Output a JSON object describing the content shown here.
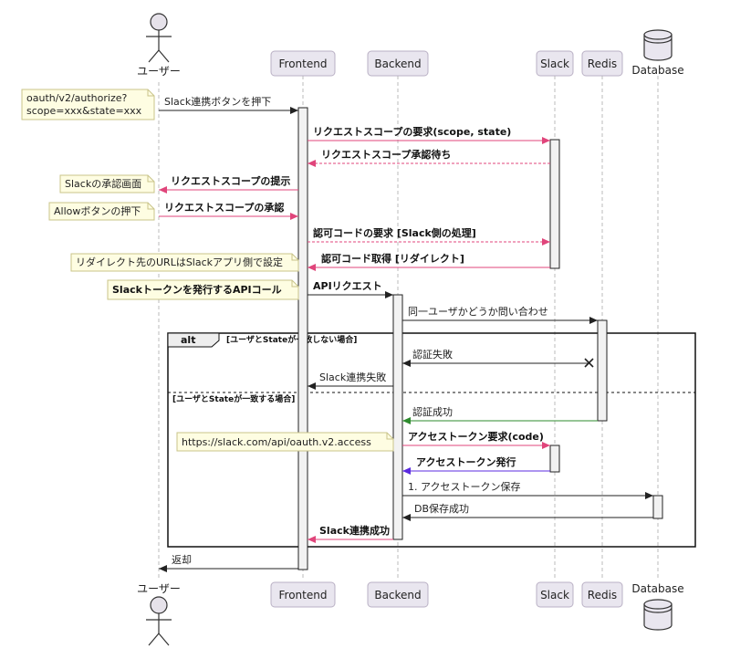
{
  "participants": {
    "user": "ユーザー",
    "frontend": "Frontend",
    "backend": "Backend",
    "slack": "Slack",
    "redis": "Redis",
    "database": "Database"
  },
  "messages": [
    {
      "text": "Slack連携ボタンを押下",
      "color": "#222222",
      "dashed": false,
      "bold": false
    },
    {
      "text": "リクエストスコープの要求(scope, state)",
      "color": "#e0457b",
      "dashed": false,
      "bold": true
    },
    {
      "text": "リクエストスコープ承認待ち",
      "color": "#e0457b",
      "dashed": true,
      "bold": true
    },
    {
      "text": "リクエストスコープの提示",
      "color": "#e0457b",
      "dashed": false,
      "bold": true
    },
    {
      "text": "リクエストスコープの承認",
      "color": "#e0457b",
      "dashed": false,
      "bold": true
    },
    {
      "text": "認可コードの要求 [Slack側の処理]",
      "color": "#e0457b",
      "dashed": true,
      "bold": true
    },
    {
      "text": "認可コード取得 [リダイレクト]",
      "color": "#e0457b",
      "dashed": false,
      "bold": true
    },
    {
      "text": "APIリクエスト",
      "color": "#222222",
      "dashed": false,
      "bold": true
    },
    {
      "text": "同一ユーザかどうか問い合わせ",
      "color": "#222222",
      "dashed": false,
      "bold": false
    },
    {
      "text": "認証失敗",
      "color": "#222222",
      "dashed": false,
      "bold": false
    },
    {
      "text": "Slack連携失敗",
      "color": "#222222",
      "dashed": false,
      "bold": false
    },
    {
      "text": "認証成功",
      "color": "#2e8b2e",
      "dashed": false,
      "bold": false
    },
    {
      "text": "アクセストークン要求(code)",
      "color": "#e0457b",
      "dashed": false,
      "bold": true
    },
    {
      "text": "アクセストークン発行",
      "color": "#5b2be0",
      "dashed": false,
      "bold": true
    },
    {
      "text": "1. アクセストークン保存",
      "color": "#222222",
      "dashed": false,
      "bold": false
    },
    {
      "text": "DB保存成功",
      "color": "#222222",
      "dashed": false,
      "bold": false
    },
    {
      "text": "Slack連携成功",
      "color": "#e0457b",
      "dashed": false,
      "bold": true
    },
    {
      "text": "返却",
      "color": "#222222",
      "dashed": false,
      "bold": false
    }
  ],
  "notes": [
    {
      "lines": [
        "oauth/v2/authorize?",
        "scope=xxx&state=xxx"
      ],
      "bold": false
    },
    {
      "lines": [
        "Slackの承認画面"
      ],
      "bold": false
    },
    {
      "lines": [
        "Allowボタンの押下"
      ],
      "bold": false
    },
    {
      "lines": [
        "リダイレクト先のURLはSlackアプリ側で設定"
      ],
      "bold": false
    },
    {
      "lines": [
        "Slackトークンを発行するAPIコール"
      ],
      "bold": true
    },
    {
      "lines": [
        "https://slack.com/api/oauth.v2.access"
      ],
      "bold": false
    }
  ],
  "alt": {
    "tag": "alt",
    "condition1": "[ユーザとStateが一致しない場合]",
    "condition2": "[ユーザとStateが一致する場合]"
  }
}
